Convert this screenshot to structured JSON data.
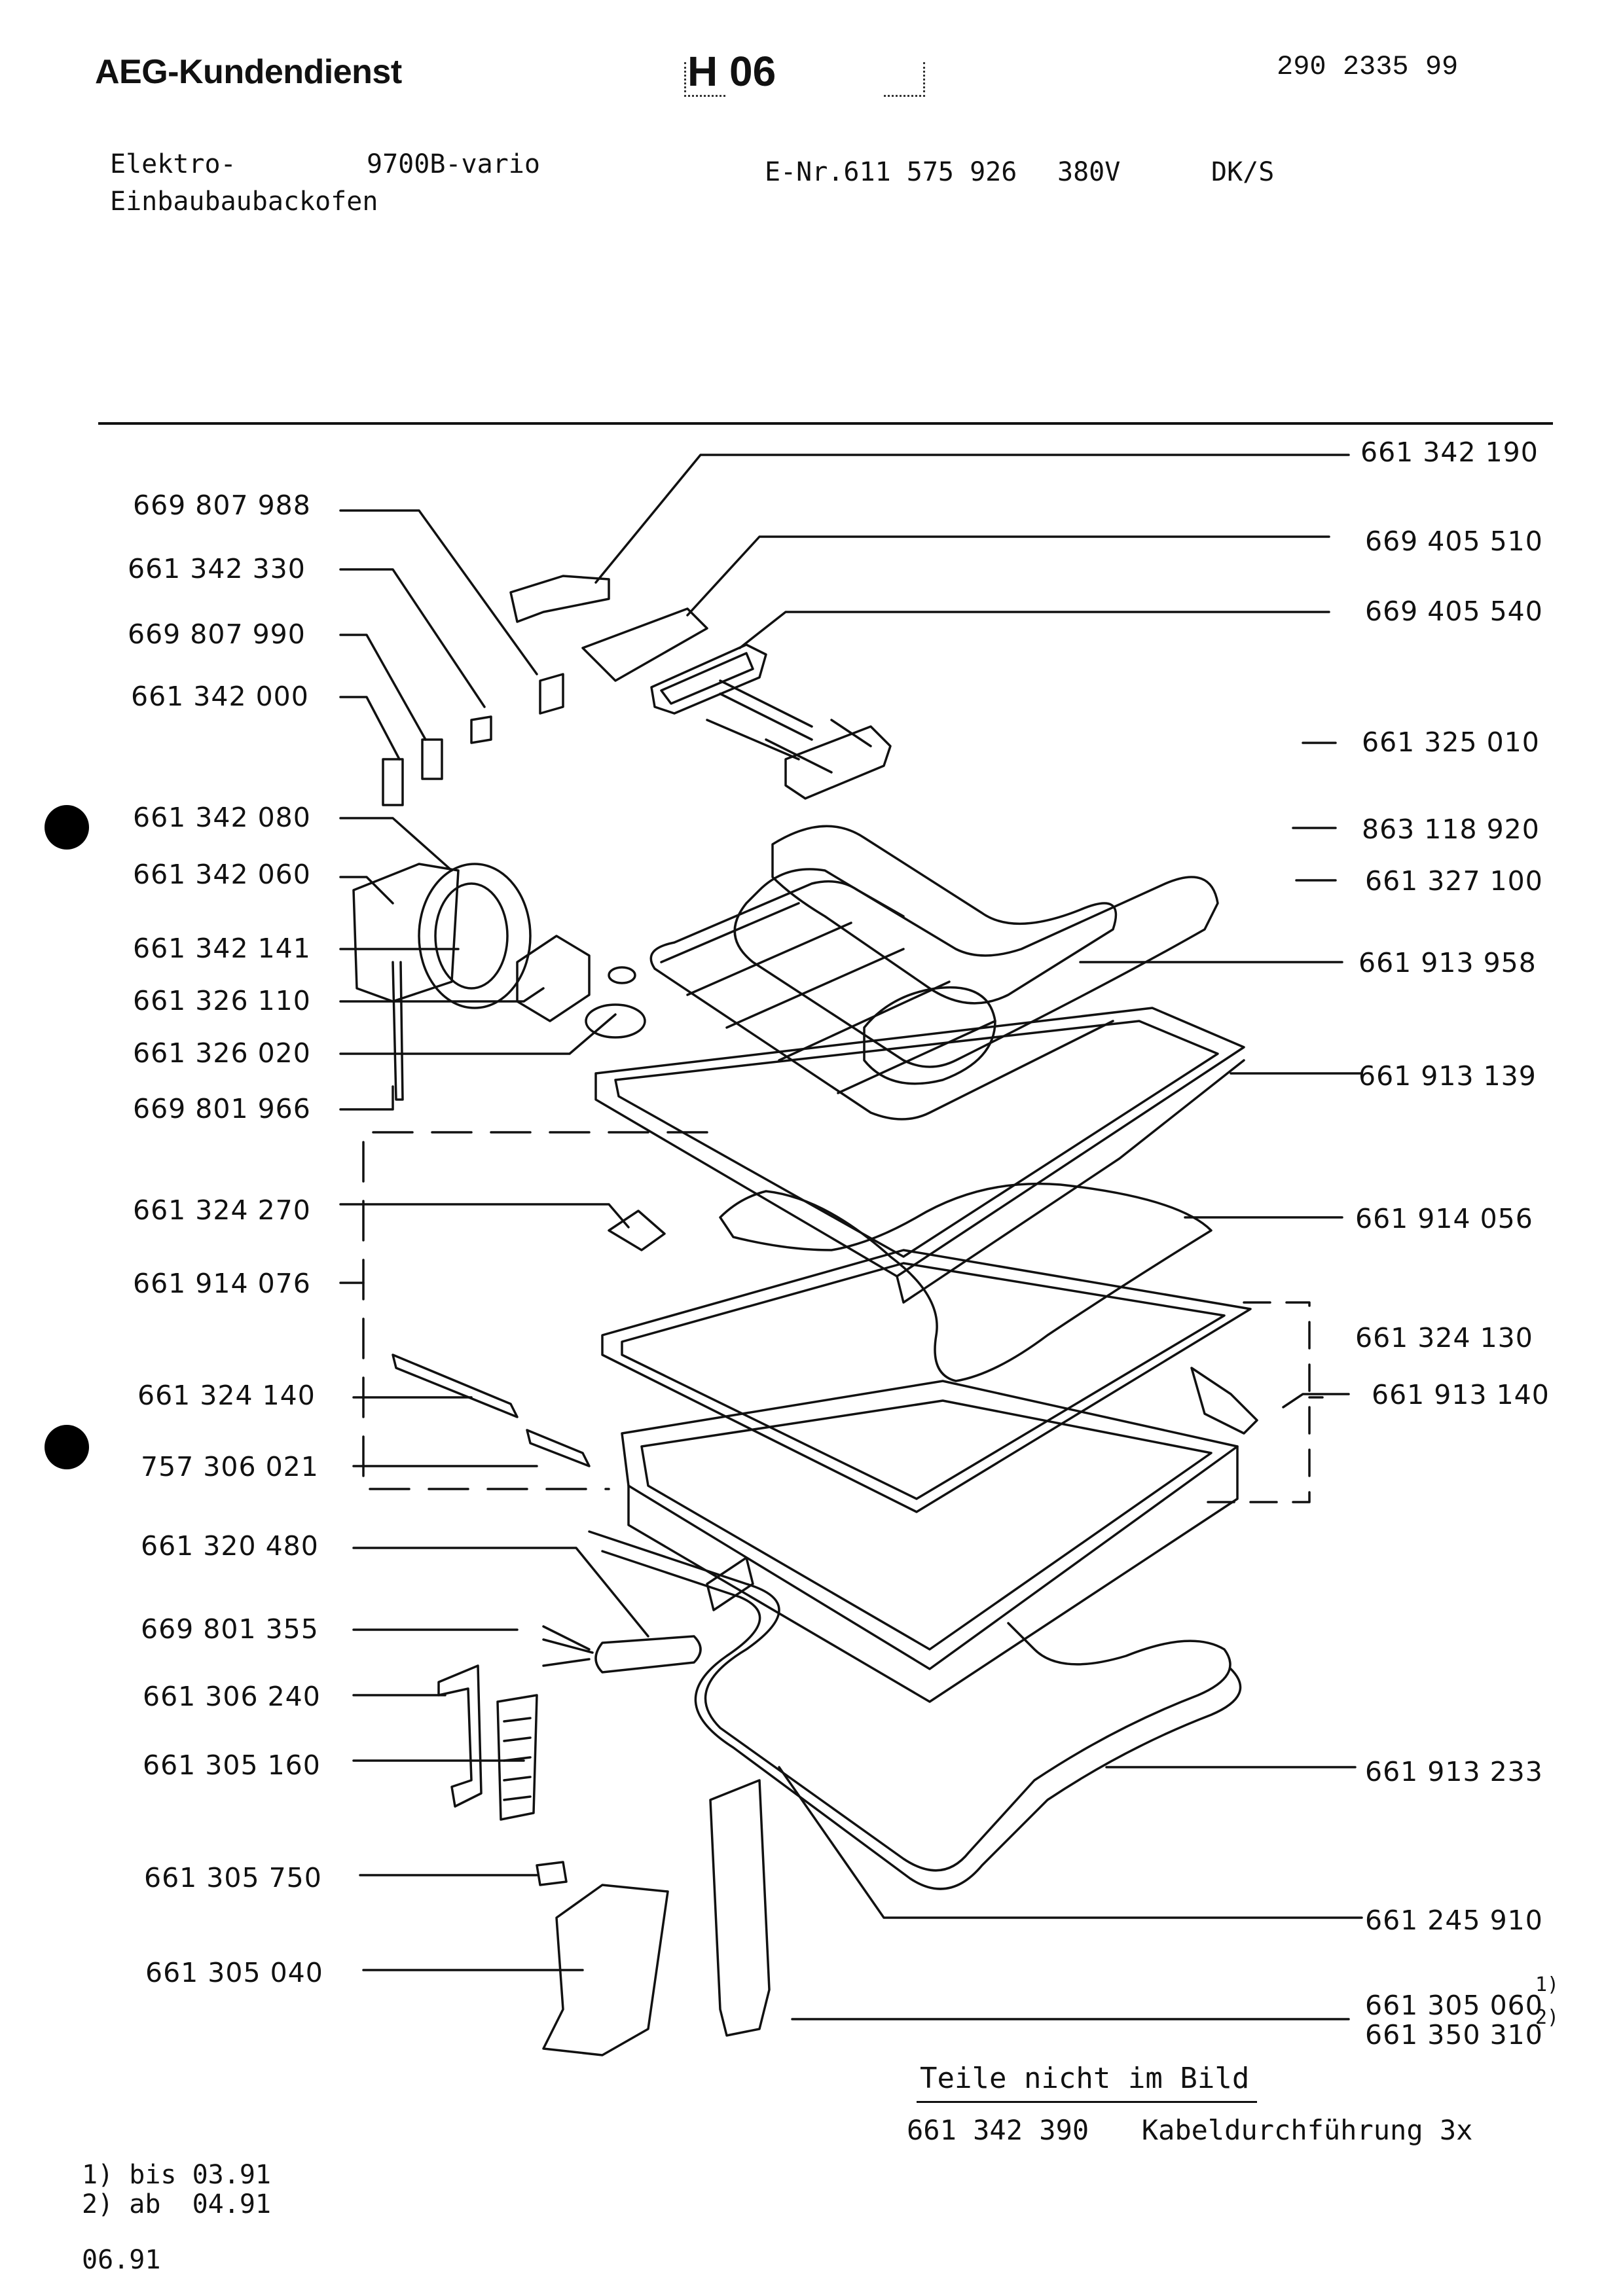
{
  "header": {
    "brand": "AEG-Kundendienst",
    "section": "H 06",
    "doc_number": "290 2335 99"
  },
  "product": {
    "line1": "Elektro-",
    "line2": "Einbaubaubackofen",
    "model": "9700B-vario",
    "enr": "E-Nr.611 575 926",
    "voltage": "380V",
    "country": "DK/S"
  },
  "labels_left": [
    "669 807 988",
    "661 342 330",
    "669 807 990",
    "661 342 000",
    "661 342 080",
    "661 342 060",
    "661 342 141",
    "661 326 110",
    "661 326 020",
    "669 801 966",
    "661 324 270",
    "661 914 076",
    "661 324 140",
    "757 306 021",
    "661 320 480",
    "669 801 355",
    "661 306 240",
    "661 305 160",
    "661 305 750",
    "661 305 040"
  ],
  "labels_right": [
    "661 342 190",
    "669 405 510",
    "669 405 540",
    "661 325 010",
    "863 118 920",
    "661 327 100",
    "661 913 958",
    "661 913 139",
    "661 914 056",
    "661 324 130",
    "661 913 140",
    "661 913 233",
    "661 245 910",
    "661 305 060",
    "661 350 310"
  ],
  "footnote_marks": [
    "1)",
    "2)"
  ],
  "parts_not_shown": {
    "title": "Teile nicht im Bild",
    "part_number": "661 342 390",
    "description": "Kabeldurchführung 3x"
  },
  "footnotes": [
    "1) bis 03.91",
    "2) ab  04.91"
  ],
  "date": "06.91",
  "colors": {
    "ink": "#111111",
    "paper": "#ffffff"
  }
}
